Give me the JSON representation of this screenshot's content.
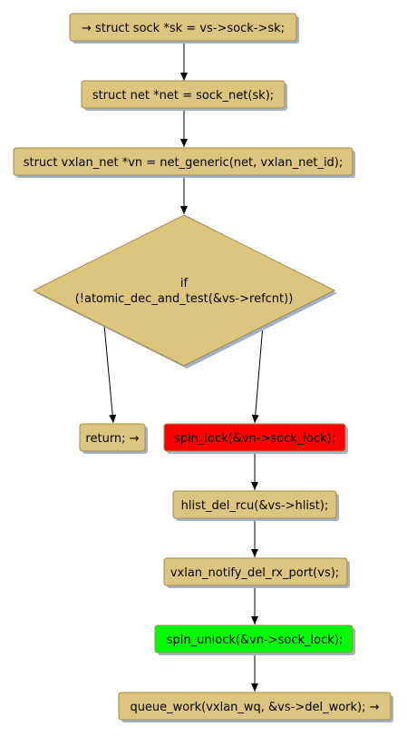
{
  "colors": {
    "node_fill": "#dcc67f",
    "node_stroke": "#a08a45",
    "shadow": "#a4b1c9",
    "edge": "#000000",
    "lock_red": "#ff0000",
    "lock_green": "#00ff00"
  },
  "nodes": {
    "sk_assign": "→ struct sock *sk = vs->sock->sk;",
    "net_assign": "struct net *net = sock_net(sk);",
    "vn_assign": "struct vxlan_net *vn = net_generic(net, vxlan_net_id);",
    "decision_line1": "if",
    "decision_line2": "(!atomic_dec_and_test(&vs->refcnt))",
    "return_stmt": "return; →",
    "spin_lock": "spin_lock(&vn->sock_lock);",
    "hlist_del": "hlist_del_rcu(&vs->hlist);",
    "notify_del": "vxlan_notify_del_rx_port(vs);",
    "spin_unlock": "spin_unlock(&vn->sock_lock);",
    "queue_work": "queue_work(vxlan_wq, &vs->del_work); →"
  }
}
